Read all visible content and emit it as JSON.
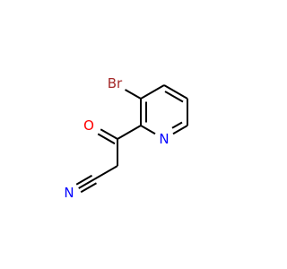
{
  "molecule": {
    "atoms": {
      "br": {
        "label": "Br",
        "color": "#a52a2a"
      },
      "o": {
        "label": "O",
        "color": "#ff0000"
      },
      "n_ring": {
        "label": "N",
        "color": "#0000ff"
      },
      "n_nitrile": {
        "label": "N",
        "color": "#0000ff"
      }
    },
    "bond_color": "#000000"
  }
}
